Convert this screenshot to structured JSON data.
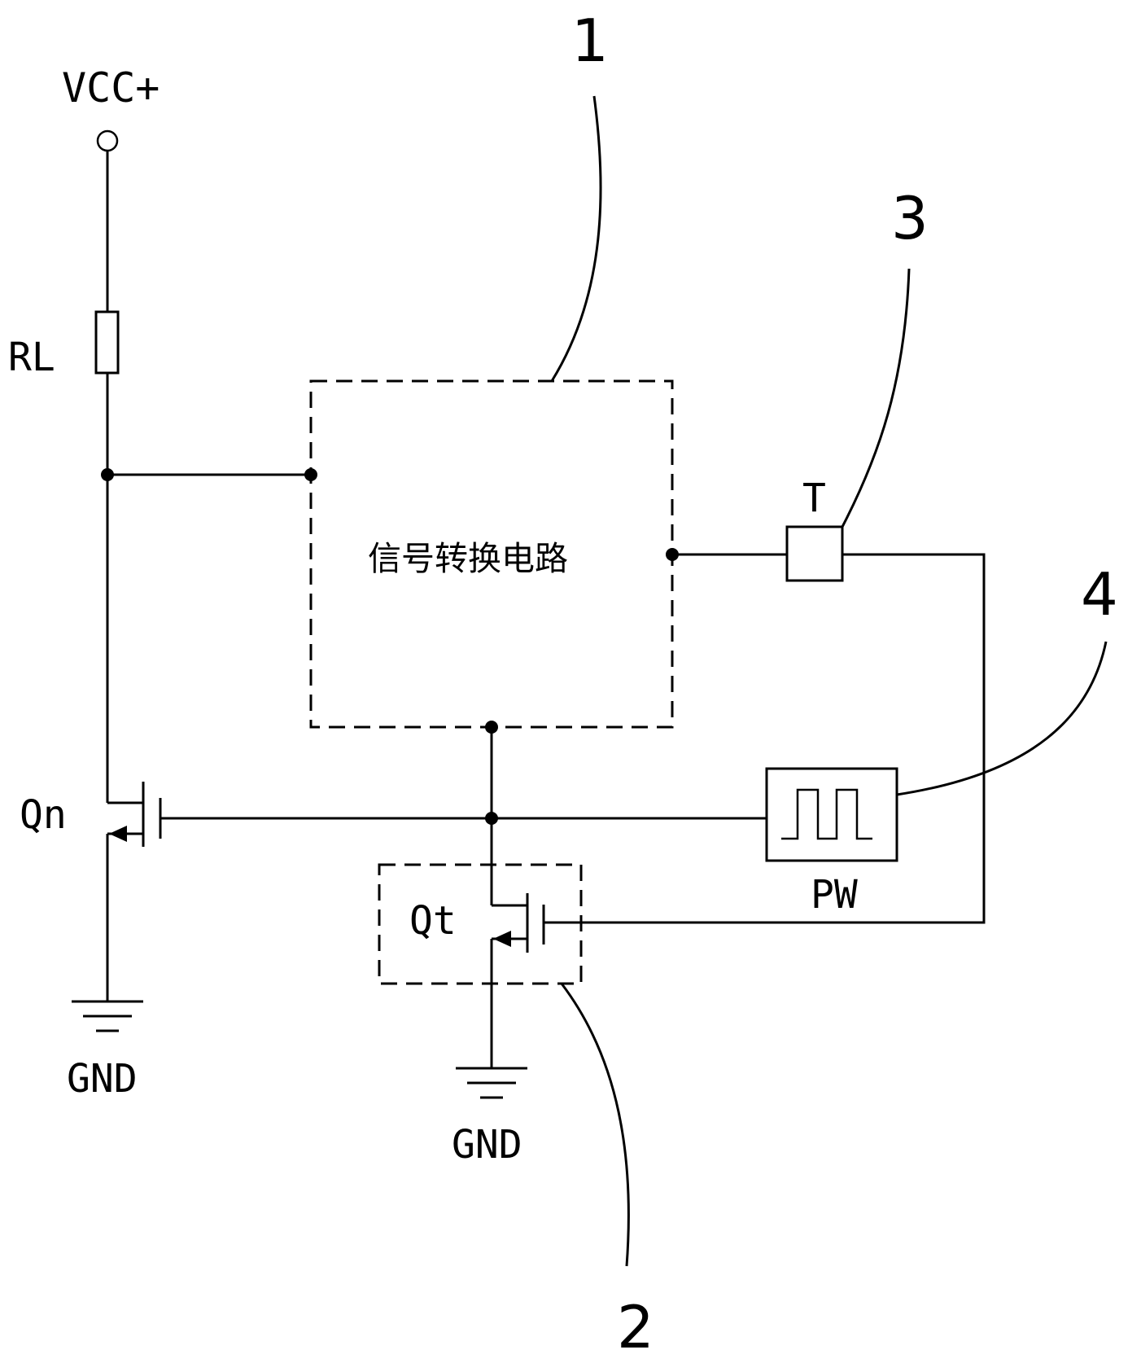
{
  "labels": {
    "vcc": "VCC+",
    "rl": "RL",
    "qn": "Qn",
    "qt": "Qt",
    "t": "T",
    "pw": "PW",
    "gnd_left": "GND",
    "gnd_center": "GND",
    "signal_circuit": "信号转换电路"
  },
  "callouts": {
    "c1": "1",
    "c2": "2",
    "c3": "3",
    "c4": "4"
  }
}
